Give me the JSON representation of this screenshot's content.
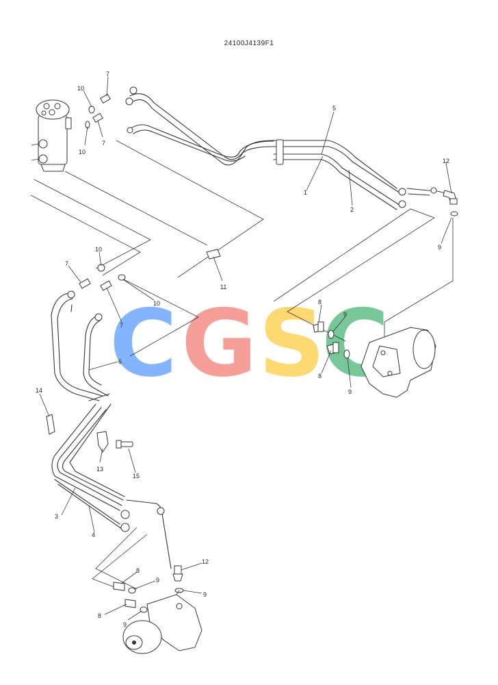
{
  "drawing_code": "24100J4139F1",
  "watermark": {
    "letters": [
      "C",
      "G",
      "S",
      "C"
    ],
    "colors": [
      "#7fb1ff",
      "#f69a93",
      "#fcd86a",
      "#69c18e"
    ]
  },
  "callouts": {
    "c1": "1",
    "c2": "2",
    "c3": "3",
    "c4": "4",
    "c5": "5",
    "c6": "6",
    "c7a": "7",
    "c7b": "7",
    "c7c": "7",
    "c7d": "7",
    "c8a": "8",
    "c8b": "8",
    "c8c": "8",
    "c8d": "8",
    "c9a": "9",
    "c9b": "9",
    "c9c": "9",
    "c9d": "9",
    "c9e": "9",
    "c9f": "9",
    "c10a": "10",
    "c10b": "10",
    "c10c": "10",
    "c10d": "10",
    "c11": "11",
    "c12a": "12",
    "c12b": "12",
    "c13": "13",
    "c14": "14",
    "c15": "15"
  }
}
